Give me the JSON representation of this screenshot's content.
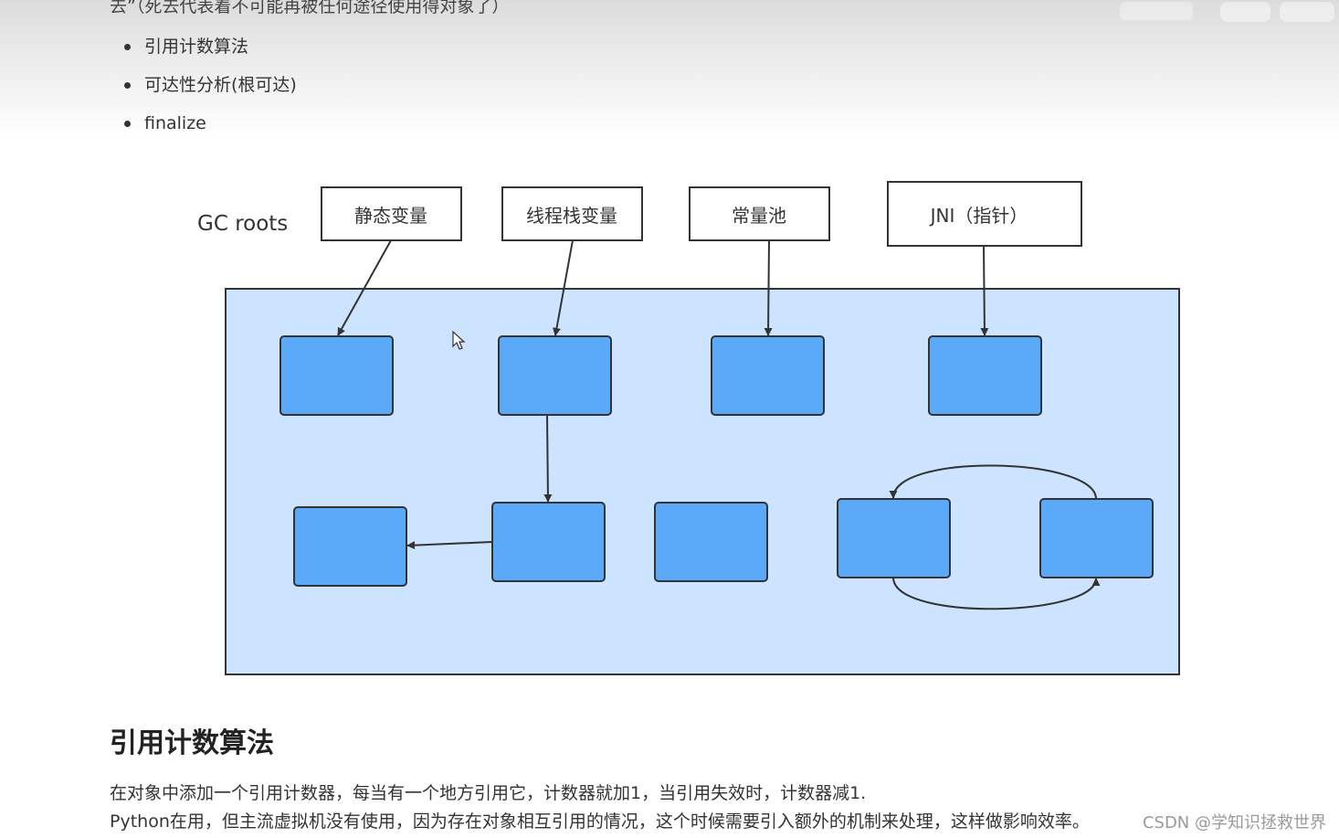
{
  "intro_line": "去”（死去代表着不可能再被任何途径使用得对象了）",
  "bullets": [
    "引用计数算法",
    "可达性分析(根可达)",
    "finalize"
  ],
  "diagram": {
    "gc_roots_label": "GC roots",
    "roots": [
      "静态变量",
      "线程栈变量",
      "常量池",
      "JNI（指针）"
    ]
  },
  "section_title": "引用计数算法",
  "paragraphs": [
    "在对象中添加一个引用计数器，每当有一个地方引用它，计数器就加1，当引用失效时，计数器减1.",
    "Python在用，但主流虚拟机没有使用，因为存在对象相互引用的情况，这个时候需要引入额外的机制来处理，这样做影响效率。"
  ],
  "watermark": "CSDN @学知识拯救世界",
  "colors": {
    "heap_bg": "#cce4ff",
    "object_fill": "#5aaaf9",
    "stroke": "#333333"
  }
}
